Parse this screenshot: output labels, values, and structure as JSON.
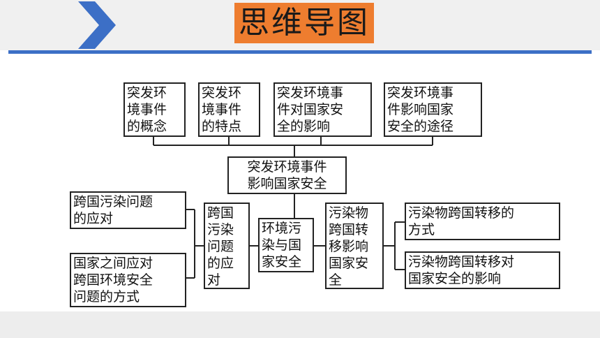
{
  "slide": {
    "title": "思维导图",
    "accent_color": "#3c6fc6",
    "title_bg_color": "#ee7d2f"
  },
  "mindmap": {
    "root": "突发环境事件\n影响国家安全",
    "top_branches": [
      "突发环\n境事件\n的概念",
      "突发环\n境事件\n的特点",
      "突发环境事\n件对国家安\n全的影响",
      "突发环境事\n件影响国家\n安全的途径"
    ],
    "sub_root": "环境污\n染与国\n家安全",
    "left_branch": {
      "label": "跨国\n污染\n问题\n的应\n对",
      "children": [
        "跨国污染问题\n的应对",
        "国家之间应对\n跨国环境安全\n问题的方式"
      ]
    },
    "right_branch": {
      "label": "污染物\n跨国转\n移影响\n国家安\n全",
      "children": [
        "污染物跨国转移的\n方式",
        "污染物跨国转移对\n国家安全的影响"
      ]
    }
  }
}
